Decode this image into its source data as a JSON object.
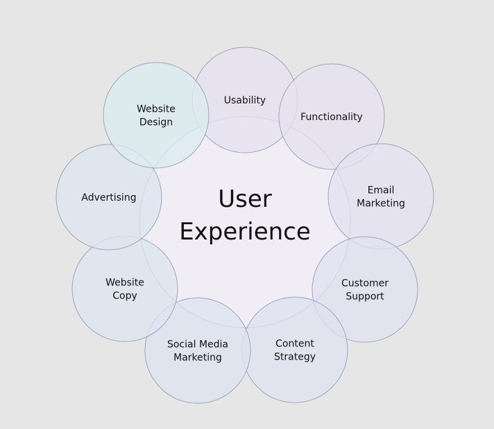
{
  "center": {
    "lines": [
      "User",
      "Experience"
    ]
  },
  "nodes": [
    {
      "id": "usability",
      "lines": [
        "Usability"
      ]
    },
    {
      "id": "functionality",
      "lines": [
        "Functionality"
      ]
    },
    {
      "id": "email-marketing",
      "lines": [
        "Email",
        "Marketing"
      ]
    },
    {
      "id": "customer-support",
      "lines": [
        "Customer",
        "Support"
      ]
    },
    {
      "id": "content-strategy",
      "lines": [
        "Content",
        "Strategy"
      ]
    },
    {
      "id": "social-media-marketing",
      "lines": [
        "Social Media",
        "Marketing"
      ]
    },
    {
      "id": "website-copy",
      "lines": [
        "Website",
        "Copy"
      ]
    },
    {
      "id": "advertising",
      "lines": [
        "Advertising"
      ]
    },
    {
      "id": "website-design",
      "lines": [
        "Website",
        "Design"
      ]
    }
  ],
  "colors": {
    "background": "#e6e6e6",
    "stroke": "#9aa6bc",
    "center_fill": "#f1eef6",
    "node_fills": {
      "usability": "#e7e2ef",
      "functionality": "#e5e2f0",
      "email-marketing": "#e3e2f1",
      "customer-support": "#e1e2f1",
      "content-strategy": "#dfe2f1",
      "social-media-marketing": "#dee3f1",
      "website-copy": "#dde5ef",
      "advertising": "#dce6ef",
      "website-design": "#dbecef"
    }
  }
}
